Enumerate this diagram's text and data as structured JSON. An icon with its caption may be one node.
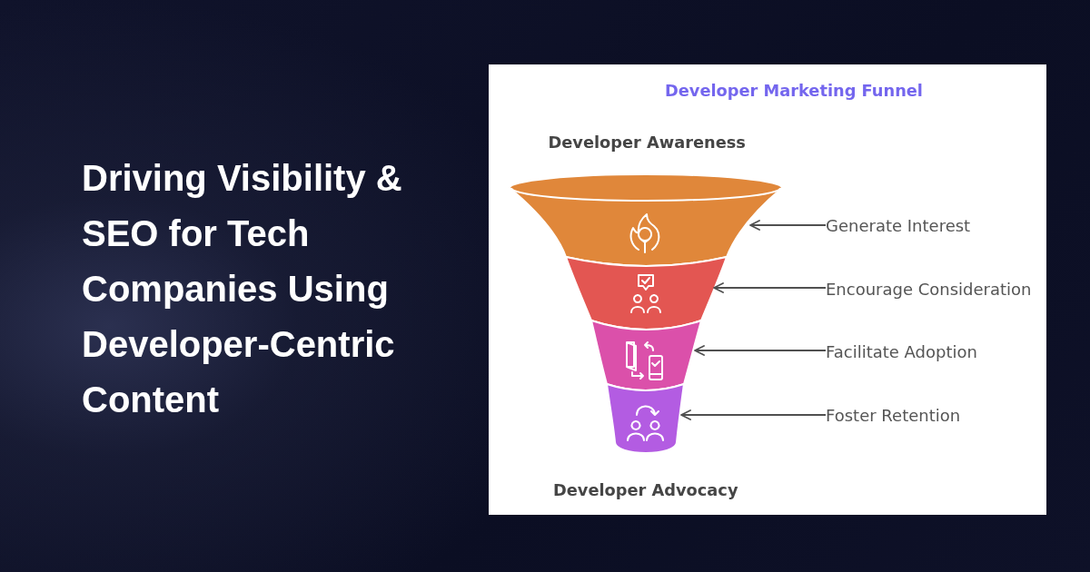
{
  "diagram": {
    "title": "Driving Visibility & SEO for Tech Companies Using Developer-Centric Content",
    "nodes": [
      {
        "text": [],
        "shape": "trapezoid"
      },
      {
        "text": [
          "Generate Interest"
        ]
      },
      {
        "text": [],
        "shape": "trapezoid"
      },
      {
        "text": [
          "Encourage Consideration"
        ]
      },
      {
        "text": [],
        "shape": "trapezoid"
      },
      {
        "text": [
          "Facilitate Adoption"
        ]
      },
      {
        "text": [],
        "shape": "trapezoid"
      },
      {
        "text": [
          "Foster Retention"
        ]
      }
    ],
    "edges": [
      {
        "from": 1,
        "to": 0,
        "arrow": "to"
      },
      {
        "from": 3,
        "to": 2,
        "arrow": "to"
      },
      {
        "from": 5,
        "to": 4,
        "arrow": "to"
      },
      {
        "from": 7,
        "to": 6,
        "arrow": "to"
      }
    ],
    "labels": [
      "Developer Marketing Funnel",
      "Developer Awareness",
      "Developer Advocacy"
    ]
  }
}
